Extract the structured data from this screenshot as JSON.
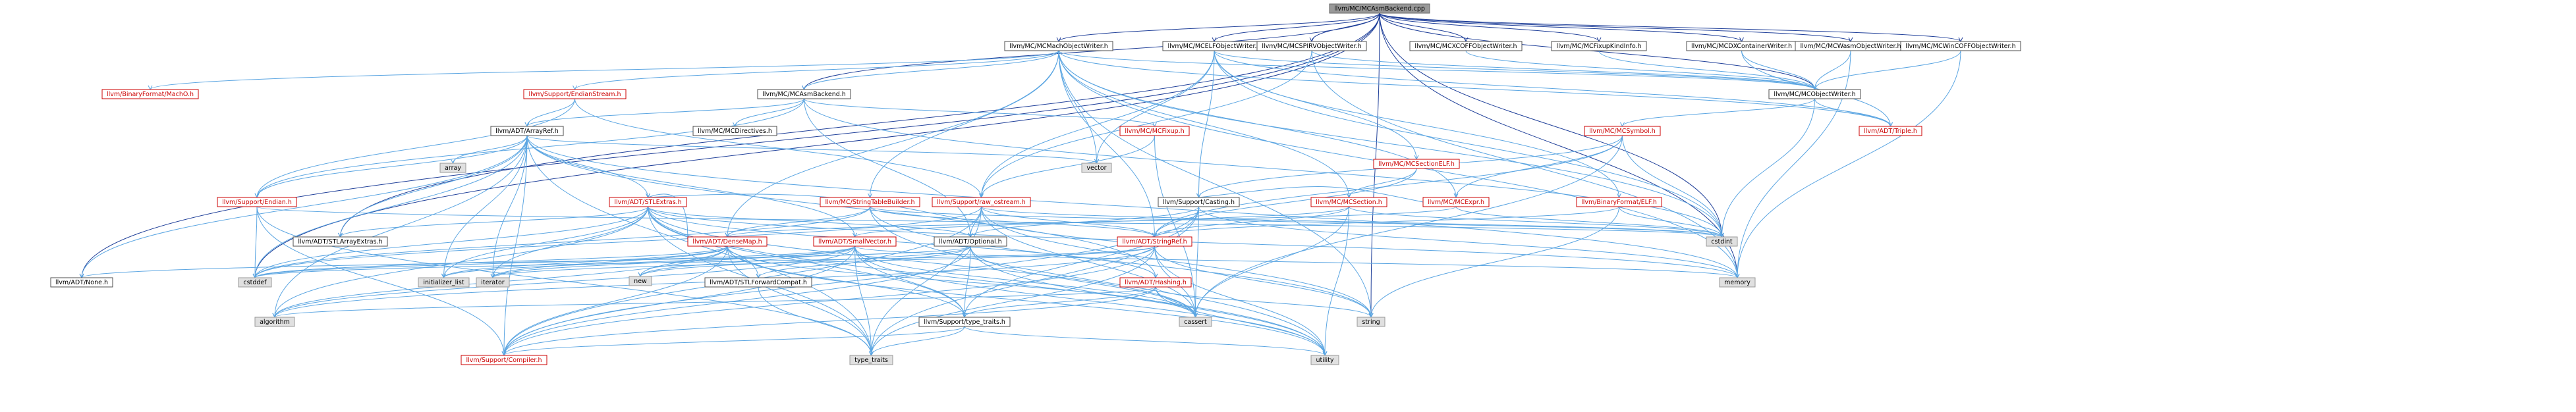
{
  "nodes": [
    {
      "id": "root",
      "label": "llvm/MC/MCAsmBackend.cpp",
      "kind": "root"
    },
    {
      "id": "machow",
      "label": "llvm/MC/MCMachObjectWriter.h",
      "kind": "plain"
    },
    {
      "id": "elfow",
      "label": "llvm/MC/MCELFObjectWriter.h",
      "kind": "plain"
    },
    {
      "id": "spirv",
      "label": "llvm/MC/MCSPIRVObjectWriter.h",
      "kind": "plain"
    },
    {
      "id": "xcoff",
      "label": "llvm/MC/MCXCOFFObjectWriter.h",
      "kind": "plain"
    },
    {
      "id": "fixupki",
      "label": "llvm/MC/MCFixupKindInfo.h",
      "kind": "plain"
    },
    {
      "id": "dxcont",
      "label": "llvm/MC/MCDXContainerWriter.h",
      "kind": "plain"
    },
    {
      "id": "wasmow",
      "label": "llvm/MC/MCWasmObjectWriter.h",
      "kind": "plain"
    },
    {
      "id": "wincoff",
      "label": "llvm/MC/MCWinCOFFObjectWriter.h",
      "kind": "plain"
    },
    {
      "id": "machoh",
      "label": "llvm/BinaryFormat/MachO.h",
      "kind": "red"
    },
    {
      "id": "endstream",
      "label": "llvm/Support/EndianStream.h",
      "kind": "red"
    },
    {
      "id": "asmbackend",
      "label": "llvm/MC/MCAsmBackend.h",
      "kind": "plain"
    },
    {
      "id": "objw",
      "label": "llvm/MC/MCObjectWriter.h",
      "kind": "plain"
    },
    {
      "id": "triple",
      "label": "llvm/ADT/Triple.h",
      "kind": "red"
    },
    {
      "id": "arrayref",
      "label": "llvm/ADT/ArrayRef.h",
      "kind": "plain"
    },
    {
      "id": "directives",
      "label": "llvm/MC/MCDirectives.h",
      "kind": "plain"
    },
    {
      "id": "fixup",
      "label": "llvm/MC/MCFixup.h",
      "kind": "red"
    },
    {
      "id": "sectionelf",
      "label": "llvm/MC/MCSectionELF.h",
      "kind": "red"
    },
    {
      "id": "symbol",
      "label": "llvm/MC/MCSymbol.h",
      "kind": "red"
    },
    {
      "id": "array",
      "label": "array",
      "kind": "sys"
    },
    {
      "id": "vector",
      "label": "vector",
      "kind": "sys"
    },
    {
      "id": "endian",
      "label": "llvm/Support/Endian.h",
      "kind": "red"
    },
    {
      "id": "stlextras",
      "label": "llvm/ADT/STLExtras.h",
      "kind": "red"
    },
    {
      "id": "strtab",
      "label": "llvm/MC/StringTableBuilder.h",
      "kind": "red"
    },
    {
      "id": "rawostream",
      "label": "llvm/Support/raw_ostream.h",
      "kind": "red"
    },
    {
      "id": "casting",
      "label": "llvm/Support/Casting.h",
      "kind": "plain"
    },
    {
      "id": "section",
      "label": "llvm/MC/MCSection.h",
      "kind": "red"
    },
    {
      "id": "expr",
      "label": "llvm/MC/MCExpr.h",
      "kind": "red"
    },
    {
      "id": "elfh",
      "label": "llvm/BinaryFormat/ELF.h",
      "kind": "red"
    },
    {
      "id": "stlarrayext",
      "label": "llvm/ADT/STLArrayExtras.h",
      "kind": "plain"
    },
    {
      "id": "densemap",
      "label": "llvm/ADT/DenseMap.h",
      "kind": "red"
    },
    {
      "id": "smallvector",
      "label": "llvm/ADT/SmallVector.h",
      "kind": "red"
    },
    {
      "id": "optional",
      "label": "llvm/ADT/Optional.h",
      "kind": "plain"
    },
    {
      "id": "stringref",
      "label": "llvm/ADT/StringRef.h",
      "kind": "red"
    },
    {
      "id": "cstdint",
      "label": "cstdint",
      "kind": "sys"
    },
    {
      "id": "none",
      "label": "llvm/ADT/None.h",
      "kind": "plain"
    },
    {
      "id": "cstddef",
      "label": "cstddef",
      "kind": "sys"
    },
    {
      "id": "initlist",
      "label": "initializer_list",
      "kind": "sys"
    },
    {
      "id": "iterator",
      "label": "iterator",
      "kind": "sys"
    },
    {
      "id": "new",
      "label": "new",
      "kind": "sys"
    },
    {
      "id": "stlfwd",
      "label": "llvm/ADT/STLForwardCompat.h",
      "kind": "plain"
    },
    {
      "id": "hashing",
      "label": "llvm/ADT/Hashing.h",
      "kind": "red"
    },
    {
      "id": "memory",
      "label": "memory",
      "kind": "sys"
    },
    {
      "id": "algorithm",
      "label": "algorithm",
      "kind": "sys"
    },
    {
      "id": "typetraitsh",
      "label": "llvm/Support/type_traits.h",
      "kind": "plain"
    },
    {
      "id": "cassert",
      "label": "cassert",
      "kind": "sys"
    },
    {
      "id": "string",
      "label": "string",
      "kind": "sys"
    },
    {
      "id": "compiler",
      "label": "llvm/Support/Compiler.h",
      "kind": "red"
    },
    {
      "id": "type_traits",
      "label": "type_traits",
      "kind": "sys"
    },
    {
      "id": "utility",
      "label": "utility",
      "kind": "sys"
    }
  ],
  "edges": [
    [
      "root",
      "machow"
    ],
    [
      "root",
      "elfow"
    ],
    [
      "root",
      "spirv"
    ],
    [
      "root",
      "xcoff"
    ],
    [
      "root",
      "fixupki"
    ],
    [
      "root",
      "dxcont"
    ],
    [
      "root",
      "wasmow"
    ],
    [
      "root",
      "wincoff"
    ],
    [
      "root",
      "asmbackend"
    ],
    [
      "root",
      "none"
    ],
    [
      "root",
      "stlarrayext"
    ],
    [
      "root",
      "cstddef"
    ],
    [
      "root",
      "cstdint"
    ],
    [
      "root",
      "memory"
    ],
    [
      "root",
      "string"
    ],
    [
      "root",
      "objw"
    ],
    [
      "machow",
      "machoh"
    ],
    [
      "machow",
      "endstream"
    ],
    [
      "machow",
      "asmbackend"
    ],
    [
      "machow",
      "objw"
    ],
    [
      "machow",
      "section"
    ],
    [
      "machow",
      "strtab"
    ],
    [
      "machow",
      "cstdint"
    ],
    [
      "machow",
      "memory"
    ],
    [
      "machow",
      "string"
    ],
    [
      "machow",
      "vector"
    ],
    [
      "machow",
      "expr"
    ],
    [
      "machow",
      "densemap"
    ],
    [
      "machow",
      "stringref"
    ],
    [
      "machow",
      "triple"
    ],
    [
      "elfow",
      "objw"
    ],
    [
      "elfow",
      "sectionelf"
    ],
    [
      "elfow",
      "rawostream"
    ],
    [
      "elfow",
      "casting"
    ],
    [
      "elfow",
      "elfh"
    ],
    [
      "elfow",
      "triple"
    ],
    [
      "elfow",
      "cstdint"
    ],
    [
      "elfow",
      "vector"
    ],
    [
      "spirv",
      "objw"
    ],
    [
      "spirv",
      "rawostream"
    ],
    [
      "spirv",
      "memory"
    ],
    [
      "xcoff",
      "objw"
    ],
    [
      "dxcont",
      "objw"
    ],
    [
      "dxcont",
      "triple"
    ],
    [
      "wasmow",
      "objw"
    ],
    [
      "wasmow",
      "memory"
    ],
    [
      "wincoff",
      "objw"
    ],
    [
      "wincoff",
      "memory"
    ],
    [
      "fixupki",
      "objw"
    ],
    [
      "endstream",
      "endian"
    ],
    [
      "endstream",
      "arrayref"
    ],
    [
      "endstream",
      "rawostream"
    ],
    [
      "asmbackend",
      "arrayref"
    ],
    [
      "asmbackend",
      "directives"
    ],
    [
      "asmbackend",
      "fixup"
    ],
    [
      "asmbackend",
      "optional"
    ],
    [
      "asmbackend",
      "endian"
    ],
    [
      "asmbackend",
      "cstdint"
    ],
    [
      "objw",
      "triple"
    ],
    [
      "objw",
      "cstdint"
    ],
    [
      "objw",
      "symbol"
    ],
    [
      "arrayref",
      "array"
    ],
    [
      "arrayref",
      "vector"
    ],
    [
      "arrayref",
      "endian"
    ],
    [
      "arrayref",
      "stlextras"
    ],
    [
      "arrayref",
      "smallvector"
    ],
    [
      "arrayref",
      "none"
    ],
    [
      "arrayref",
      "cstddef"
    ],
    [
      "arrayref",
      "initlist"
    ],
    [
      "arrayref",
      "iterator"
    ],
    [
      "arrayref",
      "memory"
    ],
    [
      "arrayref",
      "compiler"
    ],
    [
      "arrayref",
      "algorithm"
    ],
    [
      "arrayref",
      "type_traits"
    ],
    [
      "arrayref",
      "hashing"
    ],
    [
      "arrayref",
      "stlarrayext"
    ],
    [
      "fixup",
      "cassert"
    ],
    [
      "fixup",
      "rawostream"
    ],
    [
      "sectionelf",
      "section"
    ],
    [
      "sectionelf",
      "stringref"
    ],
    [
      "symbol",
      "expr"
    ],
    [
      "symbol",
      "stringref"
    ],
    [
      "symbol",
      "cstdint"
    ],
    [
      "symbol",
      "cassert"
    ],
    [
      "symbol",
      "casting"
    ],
    [
      "endian",
      "compiler"
    ],
    [
      "endian",
      "cstddef"
    ],
    [
      "endian",
      "cstdint"
    ],
    [
      "endian",
      "type_traits"
    ],
    [
      "stlextras",
      "stlarrayext"
    ],
    [
      "stlextras",
      "stlfwd"
    ],
    [
      "stlextras",
      "optional"
    ],
    [
      "stlextras",
      "typetraitsh"
    ],
    [
      "stlextras",
      "cassert"
    ],
    [
      "stlextras",
      "cstddef"
    ],
    [
      "stlextras",
      "initlist"
    ],
    [
      "stlextras",
      "iterator"
    ],
    [
      "stlextras",
      "memory"
    ],
    [
      "stlextras",
      "utility"
    ],
    [
      "stlextras",
      "algorithm"
    ],
    [
      "stlextras",
      "type_traits"
    ],
    [
      "stlextras",
      "hashing"
    ],
    [
      "strtab",
      "densemap"
    ],
    [
      "strtab",
      "stringref"
    ],
    [
      "strtab",
      "cstddef"
    ],
    [
      "strtab",
      "cstdint"
    ],
    [
      "strtab",
      "string"
    ],
    [
      "strtab",
      "utility"
    ],
    [
      "rawostream",
      "stringref"
    ],
    [
      "rawostream",
      "optional"
    ],
    [
      "rawostream",
      "cassert"
    ],
    [
      "rawostream",
      "cstddef"
    ],
    [
      "rawostream",
      "cstdint"
    ],
    [
      "rawostream",
      "string"
    ],
    [
      "rawostream",
      "type_traits"
    ],
    [
      "rawostream",
      "compiler"
    ],
    [
      "casting",
      "compiler"
    ],
    [
      "casting",
      "typetraitsh"
    ],
    [
      "casting",
      "cassert"
    ],
    [
      "casting",
      "memory"
    ],
    [
      "casting",
      "type_traits"
    ],
    [
      "casting",
      "optional"
    ],
    [
      "section",
      "stringref"
    ],
    [
      "section",
      "smallvector"
    ],
    [
      "section",
      "cassert"
    ],
    [
      "section",
      "utility"
    ],
    [
      "section",
      "cstdint"
    ],
    [
      "expr",
      "densemap"
    ],
    [
      "expr",
      "cstdint"
    ],
    [
      "expr",
      "casting"
    ],
    [
      "elfh",
      "stringref"
    ],
    [
      "elfh",
      "cstdint"
    ],
    [
      "elfh",
      "cstring"
    ],
    [
      "densemap",
      "compiler"
    ],
    [
      "densemap",
      "typetraitsh"
    ],
    [
      "densemap",
      "algorithm"
    ],
    [
      "densemap",
      "cassert"
    ],
    [
      "densemap",
      "cstddef"
    ],
    [
      "densemap",
      "initlist"
    ],
    [
      "densemap",
      "iterator"
    ],
    [
      "densemap",
      "new"
    ],
    [
      "densemap",
      "type_traits"
    ],
    [
      "densemap",
      "utility"
    ],
    [
      "densemap",
      "stlextras"
    ],
    [
      "smallvector",
      "compiler"
    ],
    [
      "smallvector",
      "typetraitsh"
    ],
    [
      "smallvector",
      "algorithm"
    ],
    [
      "smallvector",
      "cassert"
    ],
    [
      "smallvector",
      "cstddef"
    ],
    [
      "smallvector",
      "initlist"
    ],
    [
      "smallvector",
      "iterator"
    ],
    [
      "smallvector",
      "memory"
    ],
    [
      "smallvector",
      "new"
    ],
    [
      "smallvector",
      "type_traits"
    ],
    [
      "smallvector",
      "utility"
    ],
    [
      "optional",
      "none"
    ],
    [
      "optional",
      "stlfwd"
    ],
    [
      "optional",
      "typetraitsh"
    ],
    [
      "optional",
      "cassert"
    ],
    [
      "optional",
      "new"
    ],
    [
      "optional",
      "utility"
    ],
    [
      "optional",
      "compiler"
    ],
    [
      "stringref",
      "compiler"
    ],
    [
      "stringref",
      "algorithm"
    ],
    [
      "stringref",
      "cassert"
    ],
    [
      "stringref",
      "cstddef"
    ],
    [
      "stringref",
      "string"
    ],
    [
      "stringref",
      "type_traits"
    ],
    [
      "stringref",
      "utility"
    ],
    [
      "stringref",
      "iterator"
    ],
    [
      "stringref",
      "stlextras"
    ],
    [
      "stlfwd",
      "type_traits"
    ],
    [
      "hashing",
      "typetraitsh"
    ],
    [
      "hashing",
      "algorithm"
    ],
    [
      "hashing",
      "cassert"
    ],
    [
      "hashing",
      "string"
    ],
    [
      "hashing",
      "utility"
    ],
    [
      "hashing",
      "compiler"
    ],
    [
      "typetraitsh",
      "compiler"
    ],
    [
      "typetraitsh",
      "type_traits"
    ],
    [
      "typetraitsh",
      "utility"
    ]
  ]
}
